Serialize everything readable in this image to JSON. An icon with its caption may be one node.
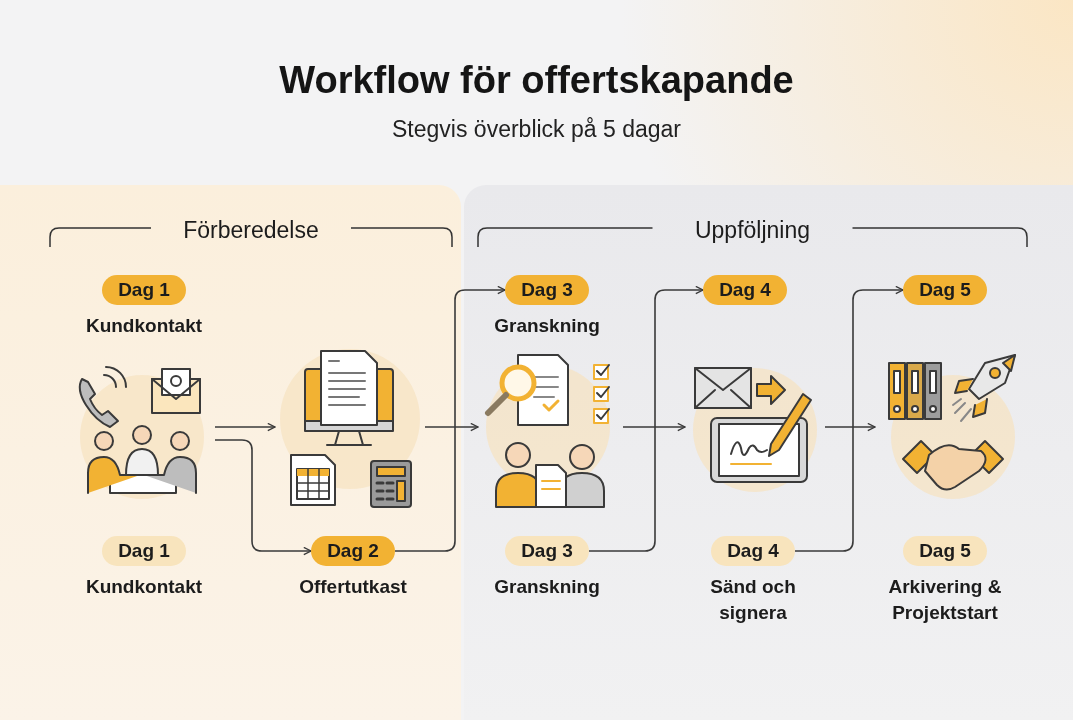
{
  "diagram": {
    "title": "Workflow för offertskapande",
    "nodes": [
      {
        "text": [
          "Förberedelse"
        ]
      },
      {
        "text": [
          "Uppföljning"
        ]
      },
      {
        "text": [
          "Dag 1"
        ],
        "beside": [
          "Kundkontakt"
        ],
        "in": 0
      },
      {
        "text": [],
        "shape": "picture",
        "in": 0
      },
      {
        "text": [
          "Dag 1"
        ],
        "beside": [
          "Kundkontakt"
        ],
        "in": 0
      },
      {
        "text": [],
        "shape": "picture",
        "in": 0
      },
      {
        "text": [
          "Dag 2"
        ],
        "beside": [
          "Offertutkast"
        ],
        "in": 0
      },
      {
        "text": [
          "Dag 3"
        ],
        "beside": [
          "Granskning"
        ],
        "in": 1
      },
      {
        "text": [],
        "shape": "picture",
        "in": 1
      },
      {
        "text": [
          "Dag 3"
        ],
        "beside": [
          "Granskning"
        ],
        "in": 1
      },
      {
        "text": [
          "Dag 4"
        ],
        "in": 1
      },
      {
        "text": [],
        "shape": "picture",
        "in": 1
      },
      {
        "text": [
          "Dag 4"
        ],
        "beside": [
          "Sänd och signera"
        ],
        "in": 1
      },
      {
        "text": [
          "Dag 5"
        ],
        "in": 1
      },
      {
        "text": [],
        "shape": "picture",
        "in": 1
      },
      {
        "text": [
          "Dag 5"
        ],
        "beside": [
          "Arkivering & Projektstart"
        ],
        "in": 1
      }
    ],
    "edges": [
      {
        "from": 3,
        "to": 5,
        "arrow": "to"
      },
      {
        "from": 3,
        "to": 6,
        "arrow": "to"
      },
      {
        "from": 6,
        "to": 7,
        "arrow": "to"
      },
      {
        "from": 5,
        "to": 8,
        "arrow": "to"
      },
      {
        "from": 9,
        "to": 10,
        "arrow": "to"
      },
      {
        "from": 8,
        "to": 11,
        "arrow": "to"
      },
      {
        "from": 12,
        "to": 13,
        "arrow": "to"
      },
      {
        "from": 11,
        "to": 14,
        "arrow": "to"
      }
    ],
    "labels": [
      "Stegvis överblick på 5 dagar"
    ]
  }
}
